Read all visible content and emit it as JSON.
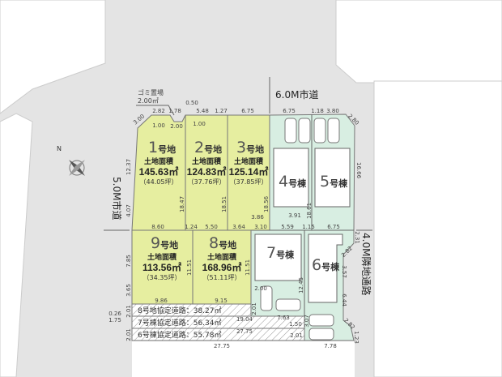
{
  "roads": {
    "north": "6.0M市道",
    "west": "5.0M市道",
    "east": "4.0M隣地通路"
  },
  "garbage": {
    "label": "ゴミ置場",
    "area": "2.00㎡"
  },
  "lots": [
    {
      "number": "1",
      "suffix": "号地",
      "area_label": "土地面積",
      "area": "145.63㎡",
      "tsubo": "（44.05坪）"
    },
    {
      "number": "2",
      "suffix": "号地",
      "area_label": "土地面積",
      "area": "124.83㎡",
      "tsubo": "（37.76坪）"
    },
    {
      "number": "3",
      "suffix": "号地",
      "area_label": "土地面積",
      "area": "125.14㎡",
      "tsubo": "（37.85坪）"
    },
    {
      "number": "9",
      "suffix": "号地",
      "area_label": "土地面積",
      "area": "113.56㎡",
      "tsubo": "（34.35坪）"
    },
    {
      "number": "8",
      "suffix": "号地",
      "area_label": "土地面積",
      "area": "168.96㎡",
      "tsubo": "（51.11坪）"
    }
  ],
  "buildings": [
    {
      "number": "4",
      "suffix": "号棟"
    },
    {
      "number": "5",
      "suffix": "号棟"
    },
    {
      "number": "7",
      "suffix": "号棟"
    },
    {
      "number": "6",
      "suffix": "号棟"
    }
  ],
  "private_roads": [
    "8号地協定道路：38.27㎡",
    "7号棟協定道路：56.34㎡",
    "6号棟協定道路：55.78㎡"
  ],
  "dims": [
    "3.00",
    "2.82",
    "1.78",
    "0.50",
    "5.48",
    "1.27",
    "6.75",
    "6.75",
    "1.18",
    "3.80",
    "2.80",
    "1.00",
    "2.00",
    "1.00",
    "12.37",
    "4.07",
    "18.47",
    "18.51",
    "18.56",
    "3.86",
    "16.66",
    "3.91",
    "18.61",
    "8.60",
    "1.24",
    "5.50",
    "3.64",
    "3.10",
    "5.59",
    "1.15",
    "6.75",
    "2.31",
    "2.82",
    "3.57",
    "6.44",
    "7.85",
    "3.65",
    "11.51",
    "11.51",
    "9.86",
    "9.15",
    "2.01",
    "2.01",
    "2.00",
    "12.45",
    "0.26",
    "1.75",
    "19.04",
    "7.63",
    "1.50",
    "3.07",
    "2.82",
    "1.23",
    "2.01",
    "27.75",
    "2.01",
    "27.75",
    "7.78"
  ],
  "colors": {
    "lot": "#e6eea0",
    "building_lot": "#d8eee2",
    "road": "#e4e4e4"
  },
  "compass": {
    "label": "N"
  }
}
